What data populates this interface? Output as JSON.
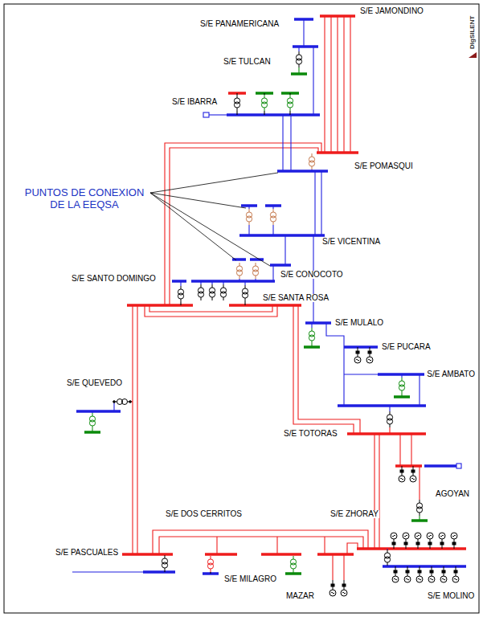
{
  "diagram": {
    "labels": [
      "S/E JAMONDINO",
      "S/E PANAMERICANA",
      "DIgSILENT",
      "S/E TULCAN",
      "S/E IBARRA",
      "S/E POMASQUI",
      "PUNTOS DE CONEXION DE LA EEQSA",
      "S/E VICENTINA",
      "S/E CONOCOTO",
      "S/E SANTO DOMINGO",
      "S/E SANTA ROSA",
      "S/E MULALO",
      "S/E PUCARA",
      "S/E AMBATO",
      "S/E QUEVEDO",
      "S/E TOTORAS",
      "AGOYAN",
      "S/E DOS CERRITOS",
      "S/E ZHORAY",
      "S/E PASCUALES",
      "S/E MILAGRO",
      "MAZAR",
      "S/E MOLINO"
    ]
  }
}
